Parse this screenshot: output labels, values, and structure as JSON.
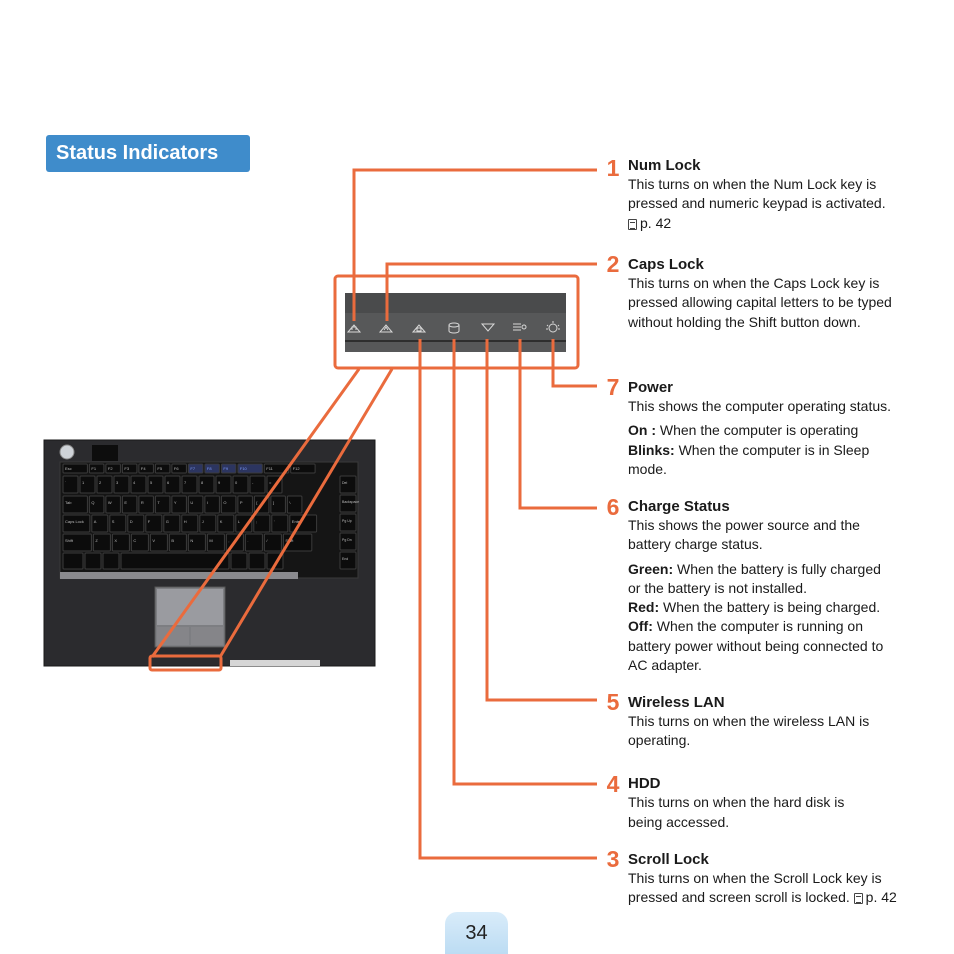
{
  "header": {
    "badge": "Status Indicators"
  },
  "indicators": [
    {
      "num": "1",
      "title": "Num Lock",
      "lines": [
        "This turns on when the Num Lock key is",
        "pressed and numeric keypad is activated."
      ],
      "ref": "p. 42"
    },
    {
      "num": "2",
      "title": "Caps Lock",
      "lines": [
        "This turns on when the Caps Lock key is",
        "pressed allowing capital letters to be typed",
        "without holding the Shift button down."
      ]
    },
    {
      "num": "7",
      "title": "Power",
      "lines": [
        "This shows the computer operating status."
      ],
      "states": [
        {
          "label": "On :",
          "text": "When the computer is operating"
        },
        {
          "label": "Blinks:",
          "text": "When the computer is in Sleep mode."
        }
      ]
    },
    {
      "num": "6",
      "title": "Charge Status",
      "lines": [
        "This shows the power source and the",
        "battery charge status."
      ],
      "states": [
        {
          "label": "Green:",
          "text": "When the battery is fully charged or the battery is not installed."
        },
        {
          "label": "Red:",
          "text": "When the battery is being charged."
        },
        {
          "label": "Off:",
          "text": "When the computer is running on battery power without being connected to AC adapter."
        }
      ]
    },
    {
      "num": "5",
      "title": "Wireless LAN",
      "lines": [
        "This turns on when the wireless LAN is",
        "operating."
      ]
    },
    {
      "num": "4",
      "title": "HDD",
      "lines": [
        "This turns on when the hard disk is",
        "being accessed."
      ]
    },
    {
      "num": "3",
      "title": "Scroll Lock",
      "lines": [
        "This turns on when the Scroll Lock key is"
      ],
      "last_line": "pressed and screen scroll is locked.",
      "ref": "p. 42"
    }
  ],
  "keyboard": {
    "row1": [
      "Esc",
      "F1",
      "F2",
      "F3",
      "F4",
      "F5",
      "F6",
      "F7",
      "F8",
      "F9",
      "F10",
      "F11",
      "F12"
    ],
    "row2": [
      "`",
      "1",
      "2",
      "3",
      "4",
      "5",
      "6",
      "7",
      "8",
      "9",
      "0",
      "-",
      "="
    ],
    "row3": [
      "Tab",
      "Q",
      "W",
      "E",
      "R",
      "T",
      "Y",
      "U",
      "I",
      "O",
      "P",
      "[",
      "]",
      "\\"
    ],
    "row4": [
      "Caps Lock",
      "A",
      "S",
      "D",
      "F",
      "G",
      "H",
      "J",
      "K",
      "L",
      ";",
      "'",
      "Enter"
    ],
    "row5": [
      "Shift",
      "Z",
      "X",
      "C",
      "V",
      "B",
      "N",
      "M",
      ",",
      ".",
      "/",
      "Shift"
    ],
    "side": [
      "Del",
      "Backspace",
      "Pg Up",
      "Pg Dn",
      "End"
    ]
  },
  "page": {
    "number": "34"
  },
  "colors": {
    "accent": "#ea6b3d",
    "badge": "#3f8ccb",
    "page_tab": "#c9e3f6"
  }
}
